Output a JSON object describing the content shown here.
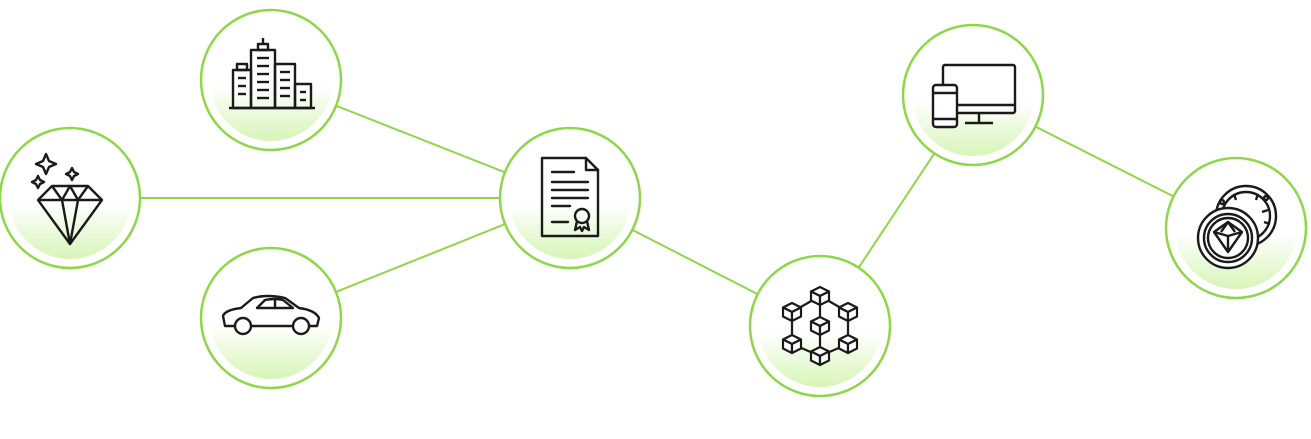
{
  "diagram": {
    "colors": {
      "accent": "#7ed321",
      "edge": "#8fd64a",
      "ring": "#8fd64a",
      "fill_top": "#ffffff",
      "fill_bottom": "#d7f5b8",
      "icon": "#1a1a1a"
    },
    "nodes": [
      {
        "id": "city-buildings",
        "icon": "buildings-icon"
      },
      {
        "id": "diamond",
        "icon": "diamond-icon"
      },
      {
        "id": "car",
        "icon": "car-icon"
      },
      {
        "id": "certificate",
        "icon": "certificate-icon"
      },
      {
        "id": "blockchain",
        "icon": "blockchain-icon"
      },
      {
        "id": "devices",
        "icon": "devices-icon"
      },
      {
        "id": "crypto-coins",
        "icon": "coins-icon"
      }
    ],
    "edges": [
      {
        "from": "city-buildings",
        "to": "certificate"
      },
      {
        "from": "diamond",
        "to": "certificate"
      },
      {
        "from": "car",
        "to": "certificate"
      },
      {
        "from": "certificate",
        "to": "blockchain"
      },
      {
        "from": "blockchain",
        "to": "devices"
      },
      {
        "from": "devices",
        "to": "crypto-coins"
      }
    ]
  }
}
